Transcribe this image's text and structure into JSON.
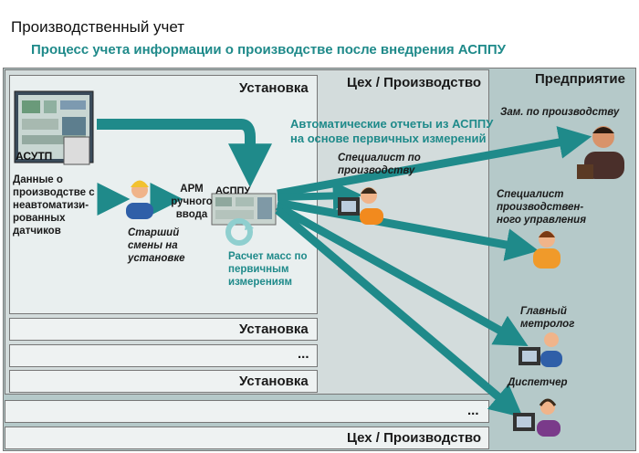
{
  "header": {
    "title": "Производственный учет",
    "subtitle": "Процесс учета информации о производстве после внедрения АСППУ"
  },
  "areas": {
    "enterprise": "Предприятие",
    "workshop": "Цех / Производство",
    "unit": "Установка",
    "unit_row_1": "Установка",
    "unit_row_dots": "...",
    "unit_row_2": "Установка",
    "workshop_row_dots": "...",
    "workshop_row_2": "Цех / Производство"
  },
  "nodes": {
    "asutp": "АСУТП",
    "sensor_data": "Данные о производстве с неавтоматизи-рованных датчиков",
    "shift_senior": "Старший смены на установке",
    "arm": "АРМ ручного ввода",
    "asppu": "АСППУ",
    "mass_calc": "Расчет масс по первичным измерениям",
    "auto_reports": "Автоматические отчеты из АСППУ на основе первичных измерений",
    "production_specialist": "Специалист по производству",
    "deputy_production": "Зам. по производству",
    "production_mgmt_specialist": "Специалист производствен-ного управления",
    "chief_metrologist": "Главный метролог",
    "dispatcher": "Диспетчер"
  },
  "colors": {
    "accent": "#1f8a8a",
    "arrow": "#1f8a8a"
  }
}
